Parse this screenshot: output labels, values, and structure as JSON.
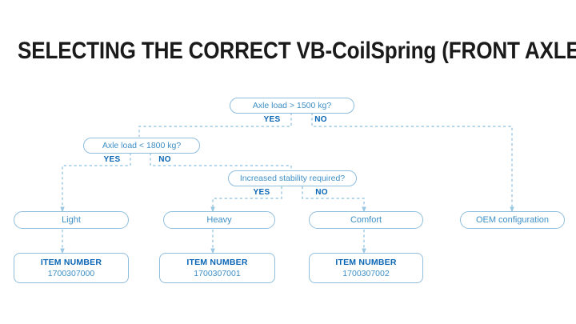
{
  "page": {
    "title": "SELECTING THE CORRECT VB-CoilSpring (FRONT AXLE)",
    "background_color": "#ffffff"
  },
  "colors": {
    "title_text": "#1a1a1a",
    "box_border": "#8fbede",
    "box_text": "#3d8fc6",
    "branch_label": "#0a66b5",
    "item_title": "#0a66b5",
    "connector": "#9cc8e4"
  },
  "flowchart": {
    "type": "decision-tree",
    "decisions": [
      {
        "id": "d1",
        "question": "Axle load > 1500 kg?",
        "yes_label": "YES",
        "no_label": "NO",
        "yes_target": "d2",
        "no_target": "oem"
      },
      {
        "id": "d2",
        "question": "Axle load < 1800 kg?",
        "yes_label": "YES",
        "no_label": "NO",
        "yes_target": "light",
        "no_target": "d3"
      },
      {
        "id": "d3",
        "question": "Increased stability required?",
        "yes_label": "YES",
        "no_label": "NO",
        "yes_target": "heavy",
        "no_target": "comfort"
      }
    ],
    "outcomes": [
      {
        "id": "light",
        "label": "Light",
        "item": "item1"
      },
      {
        "id": "heavy",
        "label": "Heavy",
        "item": "item2"
      },
      {
        "id": "comfort",
        "label": "Comfort",
        "item": "item3"
      },
      {
        "id": "oem",
        "label": "OEM configuration",
        "item": null
      }
    ],
    "items": [
      {
        "id": "item1",
        "title": "ITEM NUMBER",
        "value": "1700307000"
      },
      {
        "id": "item2",
        "title": "ITEM NUMBER",
        "value": "1700307001"
      },
      {
        "id": "item3",
        "title": "ITEM NUMBER",
        "value": "1700307002"
      }
    ]
  }
}
